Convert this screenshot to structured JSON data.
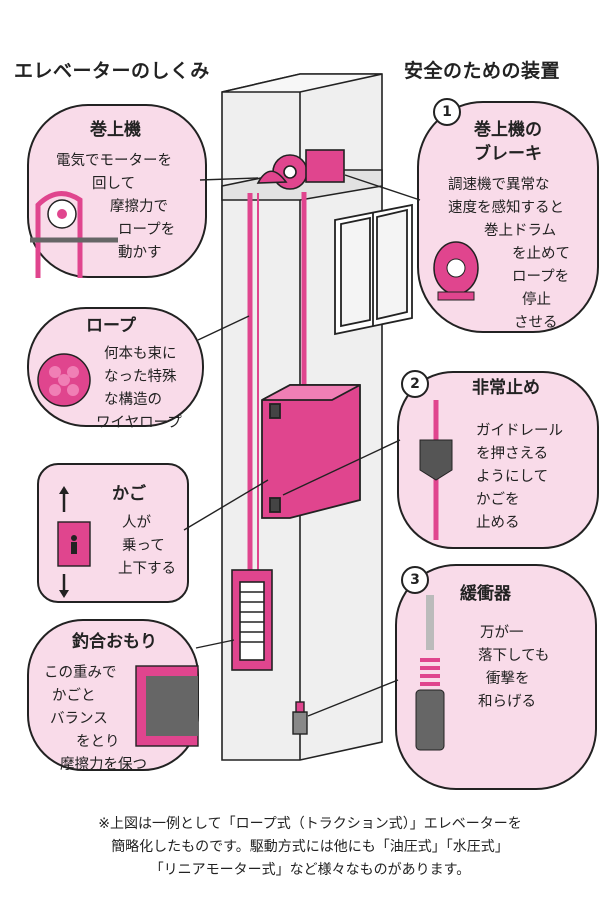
{
  "title_left": "エレベーターのしくみ",
  "title_right": "安全のための装置",
  "left_panels": [
    {
      "heading": "巻上機",
      "lines": [
        "電気でモーターを",
        "回して",
        "摩擦力で",
        "ロープを",
        "動かす"
      ]
    },
    {
      "heading": "ロープ",
      "lines": [
        "何本も束に",
        "なった特殊",
        "な構造の",
        "ワイヤロープ"
      ]
    },
    {
      "heading": "かご",
      "lines": [
        "人が",
        "乗って",
        "上下する"
      ]
    },
    {
      "heading": "釣合おもり",
      "lines": [
        "この重みで",
        "かごと",
        "バランス",
        "をとり",
        "摩擦力を保つ"
      ]
    }
  ],
  "right_panels": [
    {
      "number": "1",
      "heading": "巻上機の",
      "heading2": "ブレーキ",
      "lines": [
        "調速機で異常な",
        "速度を感知すると",
        "巻上ドラム",
        "を止めて",
        "ロープを",
        "停止",
        "させる"
      ]
    },
    {
      "number": "2",
      "heading": "非常止め",
      "lines": [
        "ガイドレール",
        "を押さえる",
        "ようにして",
        "かごを",
        "止める"
      ]
    },
    {
      "number": "3",
      "heading": "緩衝器",
      "lines": [
        "万が一",
        "落下しても",
        "衝撃を",
        "和らげる"
      ]
    }
  ],
  "footnote": [
    "※上図は一例として「ロープ式（トラクション式）」エレベーターを",
    "簡略化したものです。駆動方式には他にも「油圧式」「水圧式」",
    "「リニアモーター式」など様々なものがあります。"
  ],
  "colors": {
    "pink": "#e0458e",
    "pink_light": "#f9dbe9",
    "shaft": "#ececec",
    "ink": "#222222"
  }
}
